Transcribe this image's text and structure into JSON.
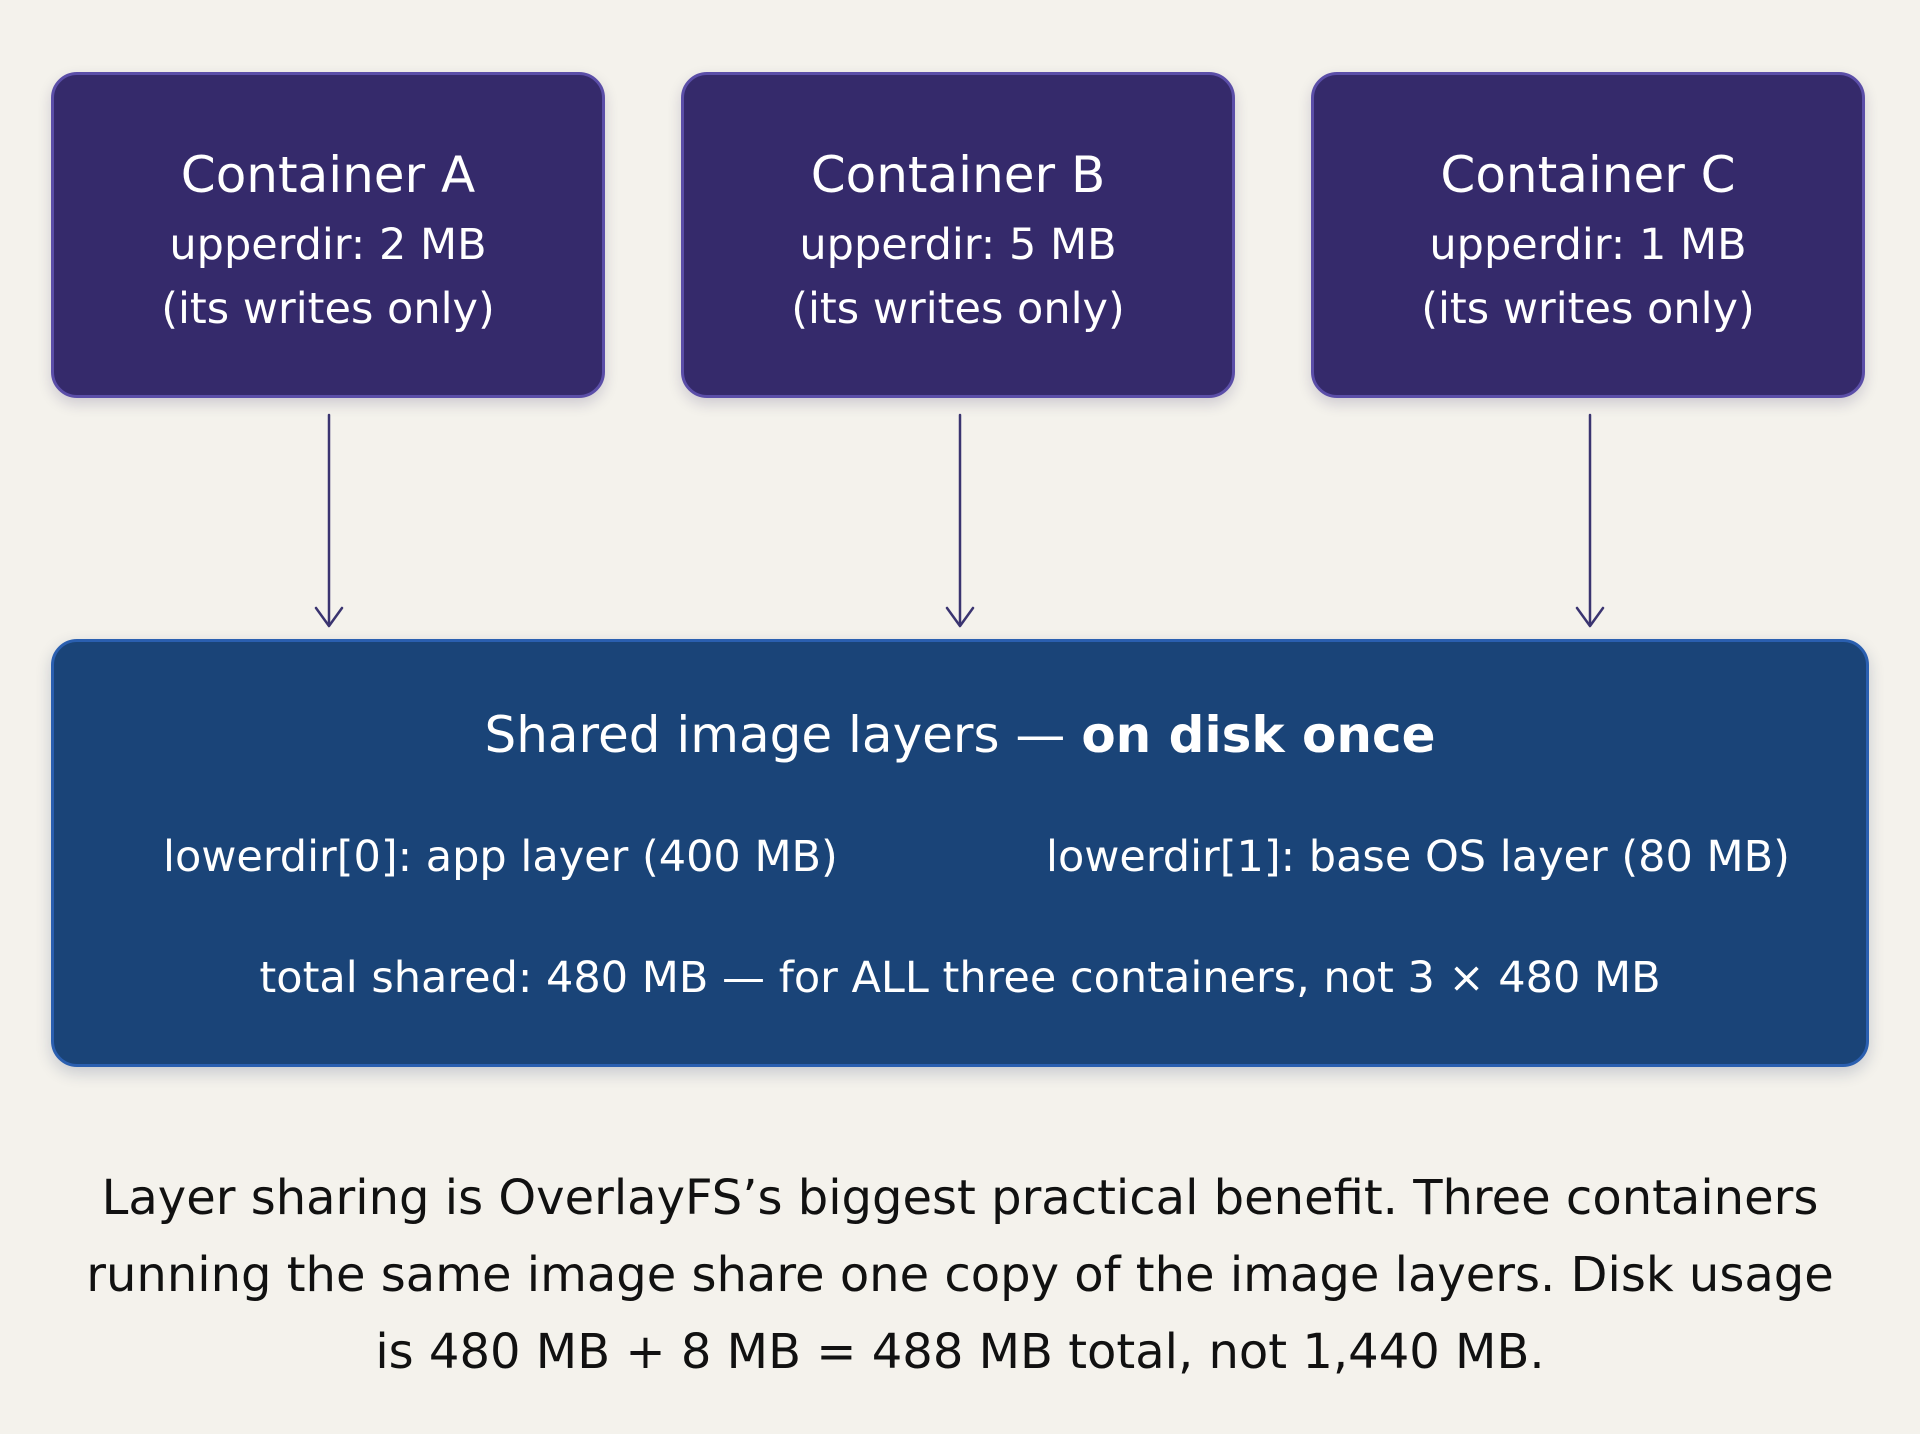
{
  "containers": [
    {
      "title": "Container A",
      "upperdir": "upperdir: 2 MB",
      "note": "(its writes only)"
    },
    {
      "title": "Container B",
      "upperdir": "upperdir: 5 MB",
      "note": "(its writes only)"
    },
    {
      "title": "Container C",
      "upperdir": "upperdir: 1 MB",
      "note": "(its writes only)"
    }
  ],
  "shared": {
    "title_prefix": "Shared image layers — ",
    "title_bold": "on disk once",
    "lowerdir_0": "lowerdir[0]: app layer (400 MB)",
    "lowerdir_1": "lowerdir[1]: base OS layer (80 MB)",
    "total": "total shared: 480 MB — for ALL three containers, not 3 × 480 MB"
  },
  "caption": "Layer sharing is OverlayFS’s biggest practical benefit. Three containers running the same image share one copy of the image layers. Disk usage is 480 MB + 8 MB = 488 MB total, not 1,440 MB.",
  "colors": {
    "background": "#f4f2ec",
    "container_fill": "#352a6b",
    "container_border": "#5b4ea8",
    "shared_fill": "#1a4478",
    "shared_border": "#2a5fb0",
    "arrow": "#3a3470"
  }
}
